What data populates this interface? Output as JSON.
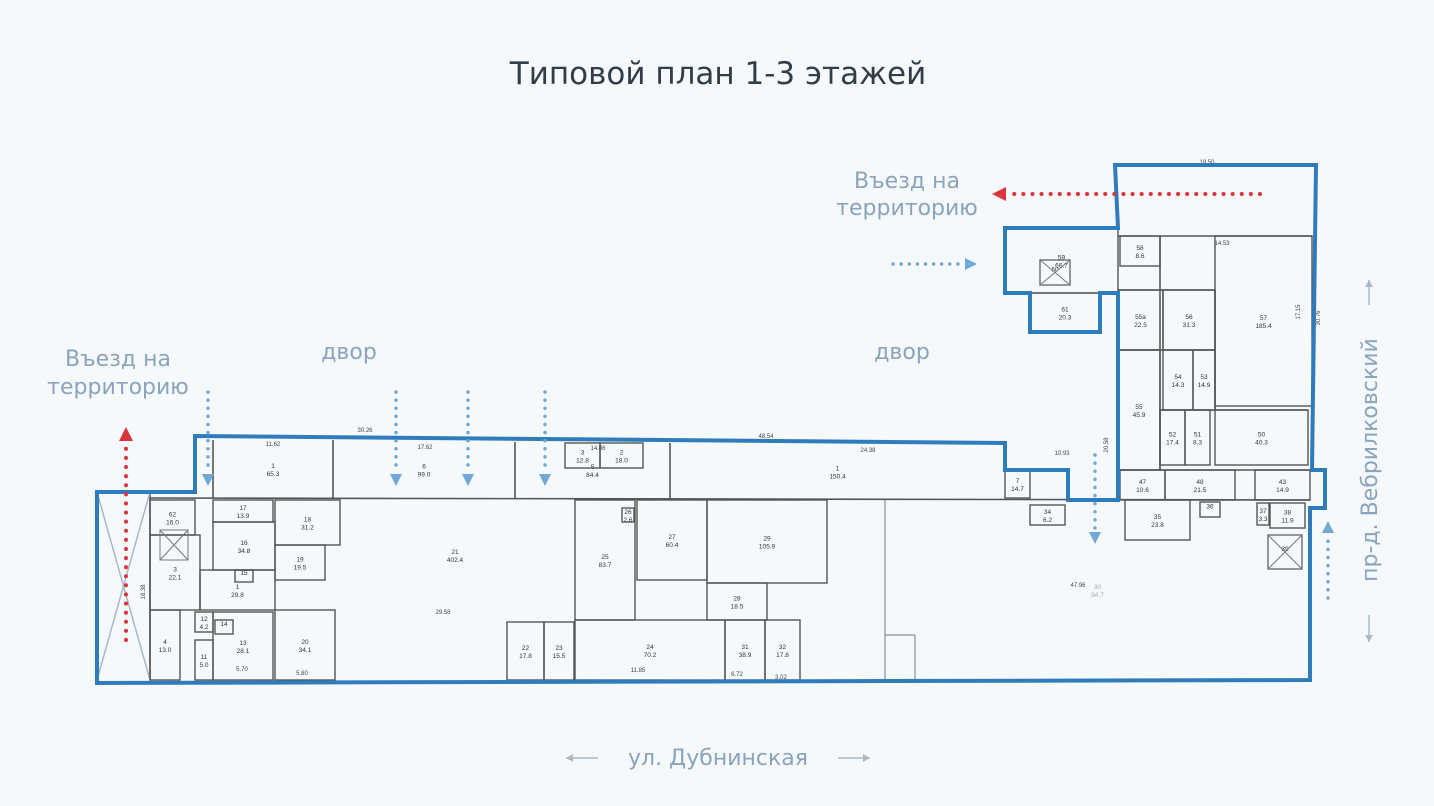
{
  "title": "Типовой план 1-3 этажей",
  "labels": {
    "entry_left_1": "Въезд на",
    "entry_left_2": "территорию",
    "entry_right_1": "Въезд на",
    "entry_right_2": "территорию",
    "yard_left": "двор",
    "yard_right": "двор",
    "street_bottom": "ул. Дубнинская",
    "street_right": "пр-д. Вебрилковский"
  },
  "colors": {
    "outline": "#2f7cbc",
    "entry_arrow": "#d9353d",
    "flow_arrow": "#72a8d6",
    "label": "#8ba3bc"
  },
  "rooms": [
    {
      "num": "1",
      "area": "65.3"
    },
    {
      "num": "6",
      "area": "99.0"
    },
    {
      "num": "5",
      "area": "84.4"
    },
    {
      "num": "3",
      "area": "12.8"
    },
    {
      "num": "2",
      "area": "18.0"
    },
    {
      "num": "1",
      "area": "150.4"
    },
    {
      "num": "62",
      "area": "16.0"
    },
    {
      "num": "17",
      "area": "13.9"
    },
    {
      "num": "18",
      "area": "31.2"
    },
    {
      "num": "16",
      "area": "34.8"
    },
    {
      "num": "19",
      "area": "19.5"
    },
    {
      "num": "3",
      "area": "22.1"
    },
    {
      "num": "1",
      "area": "29.8"
    },
    {
      "num": "4",
      "area": "13.0"
    },
    {
      "num": "12",
      "area": "4.2"
    },
    {
      "num": "13",
      "area": "28.1"
    },
    {
      "num": "11",
      "area": "5.0"
    },
    {
      "num": "20",
      "area": "34.1"
    },
    {
      "num": "21",
      "area": "402.4"
    },
    {
      "num": "26",
      "area": "2.6"
    },
    {
      "num": "27",
      "area": "60.4"
    },
    {
      "num": "29",
      "area": "105.9"
    },
    {
      "num": "25",
      "area": "83.7"
    },
    {
      "num": "28",
      "area": "18.5"
    },
    {
      "num": "22",
      "area": "17.8"
    },
    {
      "num": "23",
      "area": "15.5"
    },
    {
      "num": "24",
      "area": "70.2"
    },
    {
      "num": "31",
      "area": "38.9"
    },
    {
      "num": "32",
      "area": "17.8"
    },
    {
      "num": "59",
      "area": "66.7"
    },
    {
      "num": "61",
      "area": "20.3"
    },
    {
      "num": "58",
      "area": "8.6"
    },
    {
      "num": "57",
      "area": "185.4"
    },
    {
      "num": "55a",
      "area": "22.5"
    },
    {
      "num": "56",
      "area": "31.3"
    },
    {
      "num": "54",
      "area": "14.3"
    },
    {
      "num": "53",
      "area": "14.9"
    },
    {
      "num": "55",
      "area": "45.9"
    },
    {
      "num": "52",
      "area": "17.4"
    },
    {
      "num": "51",
      "area": "8.3"
    },
    {
      "num": "50",
      "area": "40.3"
    },
    {
      "num": "7",
      "area": "14.7"
    },
    {
      "num": "47",
      "area": "10.6"
    },
    {
      "num": "48",
      "area": "21.5"
    },
    {
      "num": "43",
      "area": "14.9"
    },
    {
      "num": "34",
      "area": "6.2"
    },
    {
      "num": "35",
      "area": "23.8"
    },
    {
      "num": "36",
      "area": ""
    },
    {
      "num": "37",
      "area": "3.3"
    },
    {
      "num": "38",
      "area": "11.9"
    },
    {
      "num": "39",
      "area": ""
    },
    {
      "num": "60",
      "area": ""
    },
    {
      "num": "15",
      "area": ""
    },
    {
      "num": "14",
      "area": ""
    },
    {
      "num": "30",
      "area": "94.7"
    }
  ],
  "dimensions": [
    "30.26",
    "48.54",
    "11.62",
    "17.62",
    "14.86",
    "24.38",
    "29.58",
    "19.50",
    "14.53",
    "17.15",
    "30.76",
    "20.58",
    "10.93",
    "11.85",
    "6.72",
    "3.02",
    "18.38",
    "5.70",
    "5.80",
    "47.96"
  ]
}
